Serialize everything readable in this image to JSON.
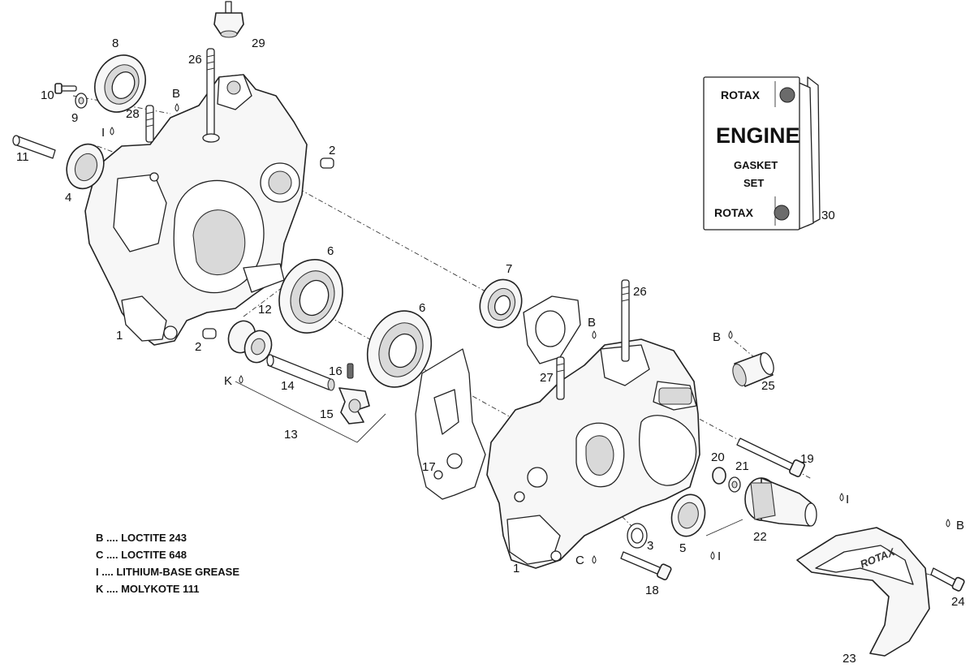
{
  "callouts": {
    "c1a": "1",
    "c1b": "1",
    "c2a": "2",
    "c2b": "2",
    "c3": "3",
    "c4": "4",
    "c5": "5",
    "c6a": "6",
    "c6b": "6",
    "c7": "7",
    "c8": "8",
    "c9": "9",
    "c10": "10",
    "c11": "11",
    "c12": "12",
    "c13": "13",
    "c14": "14",
    "c15": "15",
    "c16": "16",
    "c17": "17",
    "c18": "18",
    "c19": "19",
    "c20": "20",
    "c21": "21",
    "c22": "22",
    "c23": "23",
    "c24": "24",
    "c25": "25",
    "c26a": "26",
    "c26b": "26",
    "c27": "27",
    "c28": "28",
    "c29": "29",
    "c30": "30"
  },
  "markers": {
    "b1": "B",
    "b2": "B",
    "b3": "B",
    "b4": "B",
    "i1": "I",
    "i2": "I",
    "i3": "I",
    "c": "C",
    "k": "K"
  },
  "gasket_box": {
    "brand_top": "ROTAX",
    "title": "ENGINE",
    "line1": "GASKET",
    "line2": "SET",
    "brand_bottom": "ROTAX"
  },
  "cover_brand": "ROTAX",
  "legend": [
    {
      "code": "B",
      "text": "LOCTITE 243"
    },
    {
      "code": "C",
      "text": "LOCTITE 648"
    },
    {
      "code": "I",
      "text": "LITHIUM-BASE GREASE"
    },
    {
      "code": "K",
      "text": "MOLYKOTE 111"
    }
  ],
  "legend_separator": "....",
  "colors": {
    "line": "#222222",
    "fill": "#f7f7f7",
    "shade": "#d9d9d9"
  }
}
